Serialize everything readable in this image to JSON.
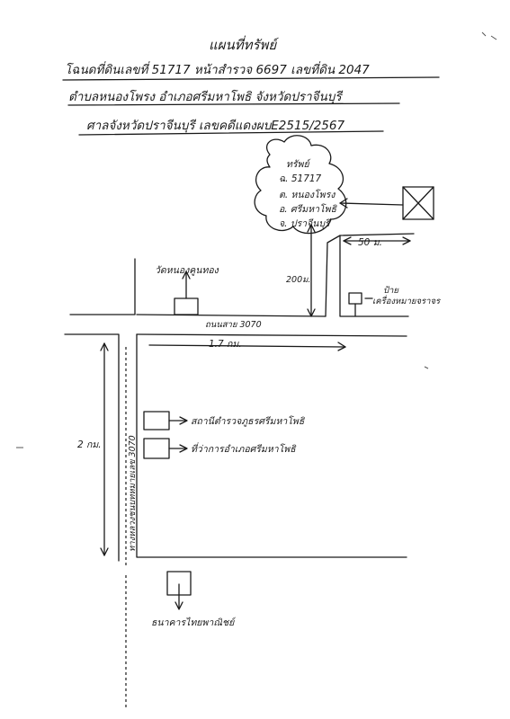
{
  "header": {
    "title": "แผนที่ทรัพย์",
    "line1": "โฉนดที่ดินเลขที่ 51717   หน้าสำรวจ 6697   เลขที่ดิน 2047",
    "line2": "ตำบลหนองโพรง    อำเภอศรีมหาโพธิ    จังหวัดปราจีนบุรี",
    "line3": "ศาลจังหวัดปราจีนบุรี    เลขคดีแดงผบE2515/2567"
  },
  "property": {
    "label": "ทรัพย์",
    "deed": "ฉ. 51717",
    "subdistrict": "ต. หนองโพรง",
    "district": "อ. ศรีมหาโพธิ",
    "province": "จ. ปราจีนบุรี"
  },
  "map": {
    "dist_50m": "50 ม.",
    "dist_200m": "200ม.",
    "temple": "วัดหนองคูนทอง",
    "road_3070": "ถนนสาย 3070",
    "dist_17km": "1.7 กม.",
    "sign_label_1": "ป้าย",
    "sign_label_2": "เครื่องหมายจราจร",
    "dist_2km": "2 กม.",
    "highway": "ทางหลวงชนบทหมายเลข 3070",
    "police": "สถานีตำรวจภูธรศรีมหาโพธิ",
    "district_office": "ที่ว่าการอำเภอศรีมหาโพธิ",
    "bank": "ธนาคารไทยพาณิชย์"
  }
}
